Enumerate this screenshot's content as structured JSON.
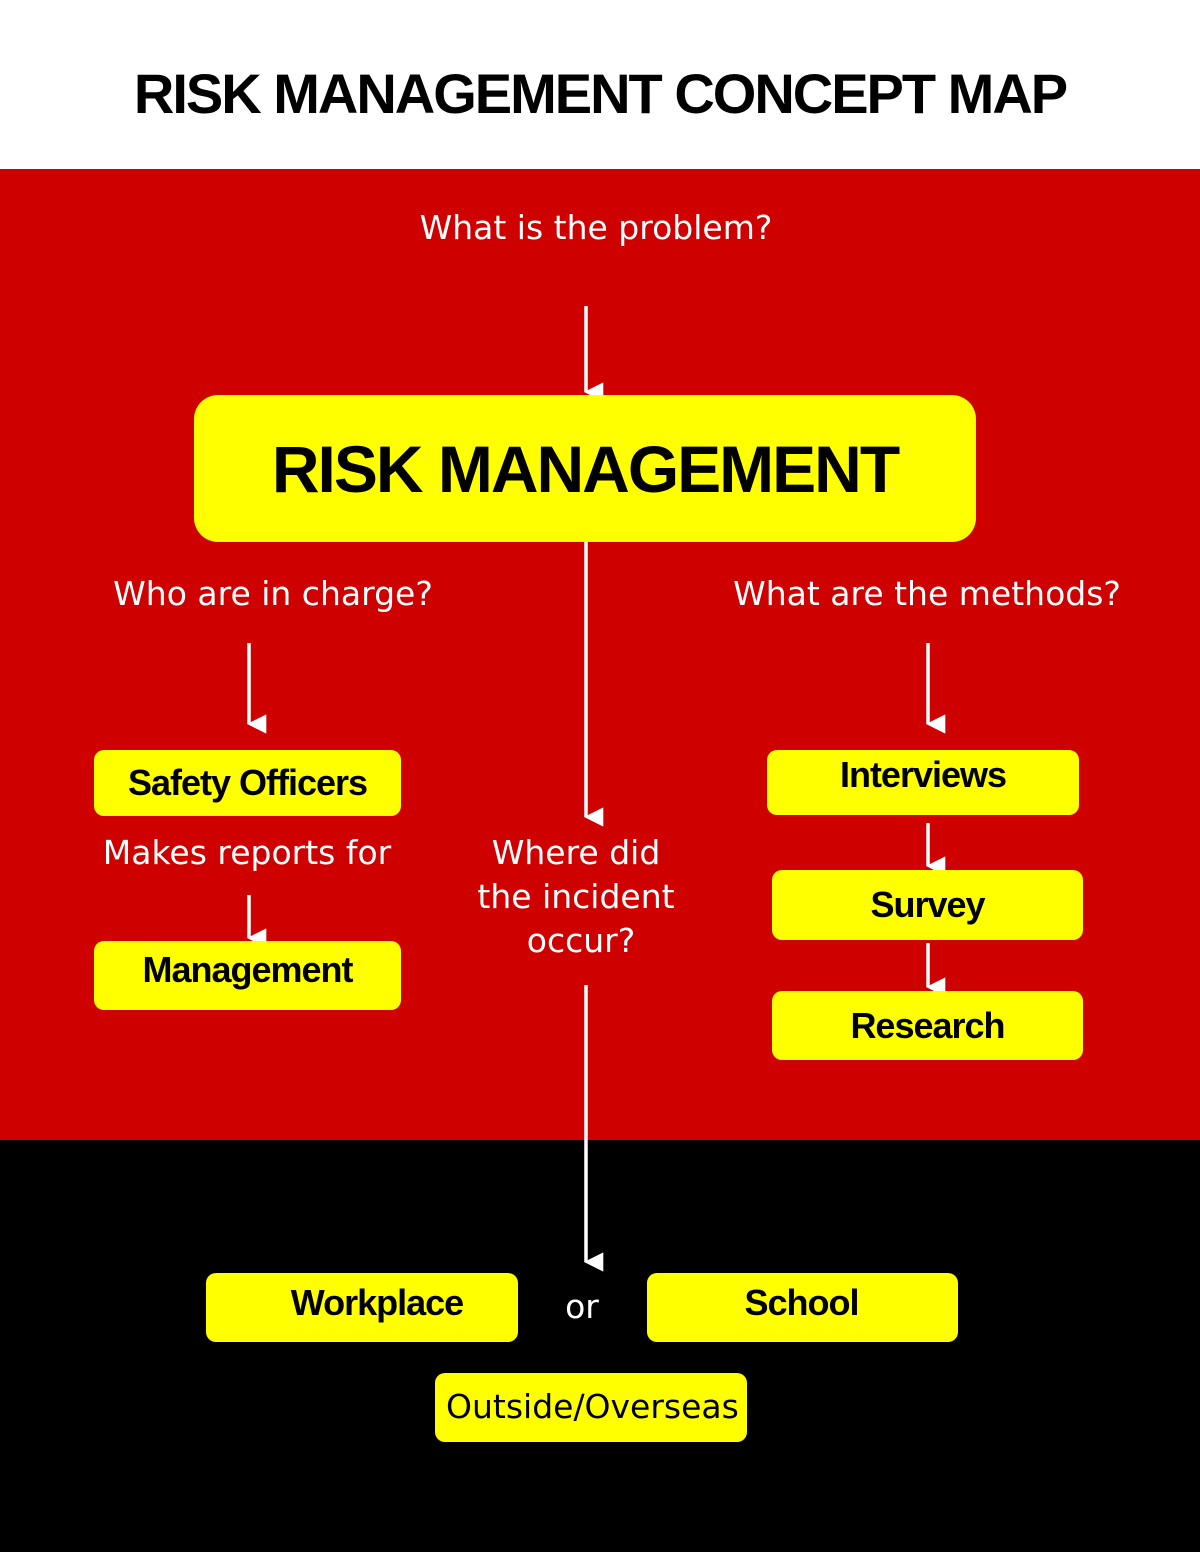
{
  "title": "RISK MANAGEMENT CONCEPT MAP",
  "colors": {
    "header_background": "#ffffff",
    "main_background": "#cf0000",
    "footer_background": "#000000",
    "node_fill": "#ffff00",
    "node_text": "#000000",
    "label_text": "#ffffff",
    "arrow": "#ffffff"
  },
  "labels": {
    "problem": "What is the problem?",
    "who": "Who are in charge?",
    "methods": "What are the methods?",
    "reports": "Makes reports for",
    "where_line1": "Where did",
    "where_line2": "the incident",
    "where_line3": "occur?",
    "or": "or"
  },
  "nodes": {
    "central": "RISK MANAGEMENT",
    "safety_officers": "Safety Officers",
    "management": "Management",
    "interviews": "Interviews",
    "survey": "Survey",
    "research": "Research",
    "workplace": "Workplace",
    "school": "School",
    "outside": "Outside/Overseas"
  }
}
